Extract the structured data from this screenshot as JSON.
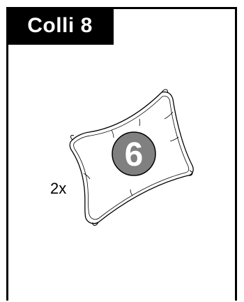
{
  "header": {
    "label": "Colli 8"
  },
  "item": {
    "quantity": "2x",
    "number": "6",
    "icon": "pillow-icon",
    "badge_color": "#808080",
    "badge_text_color": "#ffffff"
  }
}
